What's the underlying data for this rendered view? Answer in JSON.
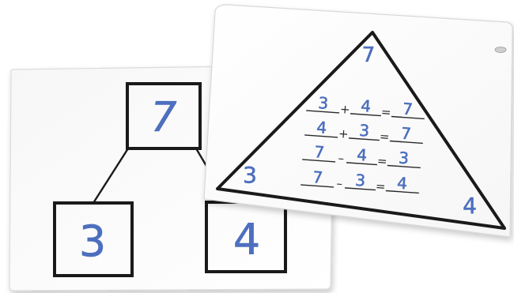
{
  "scene": {
    "colors": {
      "board": "#fbfbfb",
      "board_edge": "#e2e2e2",
      "ink": "#1a1a1a",
      "marker_blue": "#4d6fbe"
    }
  },
  "left_board": {
    "top_box_value": "7",
    "bottom_left_value": "3",
    "bottom_right_value": "4"
  },
  "right_board": {
    "top_corner_value": "7",
    "left_corner_value": "3",
    "right_corner_value": "4",
    "equations": [
      {
        "a": "3",
        "op": "+",
        "b": "4",
        "result": "7"
      },
      {
        "a": "4",
        "op": "+",
        "b": "3",
        "result": "7"
      },
      {
        "a": "7",
        "op": "–",
        "b": "4",
        "result": "3"
      },
      {
        "a": "7",
        "op": "–",
        "b": "3",
        "result": "4"
      }
    ],
    "eq_sign": "="
  }
}
